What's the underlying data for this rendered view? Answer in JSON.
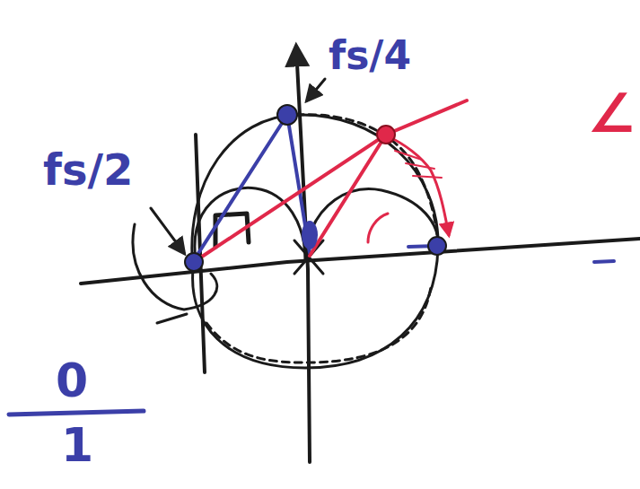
{
  "diagram": {
    "labels": [
      "fs/4",
      "fs/2",
      "0",
      "1",
      "∠"
    ]
  }
}
